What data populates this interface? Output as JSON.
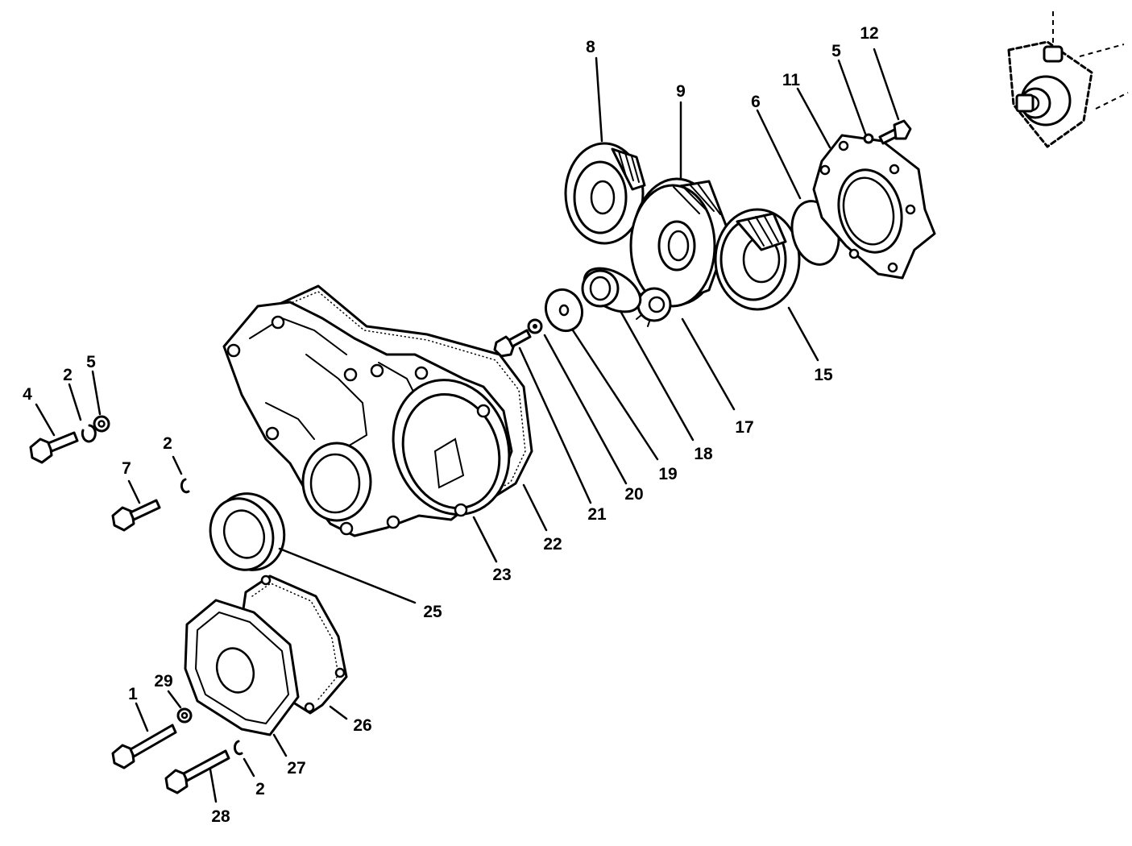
{
  "callouts": [
    {
      "id": "c1",
      "text": "1"
    },
    {
      "id": "c2a",
      "text": "2"
    },
    {
      "id": "c2b",
      "text": "2"
    },
    {
      "id": "c2c",
      "text": "2"
    },
    {
      "id": "c4",
      "text": "4"
    },
    {
      "id": "c5a",
      "text": "5"
    },
    {
      "id": "c5b",
      "text": "5"
    },
    {
      "id": "c6",
      "text": "6"
    },
    {
      "id": "c7",
      "text": "7"
    },
    {
      "id": "c8",
      "text": "8"
    },
    {
      "id": "c9",
      "text": "9"
    },
    {
      "id": "c11",
      "text": "11"
    },
    {
      "id": "c12",
      "text": "12"
    },
    {
      "id": "c15",
      "text": "15"
    },
    {
      "id": "c17",
      "text": "17"
    },
    {
      "id": "c18",
      "text": "18"
    },
    {
      "id": "c19",
      "text": "19"
    },
    {
      "id": "c20",
      "text": "20"
    },
    {
      "id": "c21",
      "text": "21"
    },
    {
      "id": "c22",
      "text": "22"
    },
    {
      "id": "c23",
      "text": "23"
    },
    {
      "id": "c25",
      "text": "25"
    },
    {
      "id": "c26",
      "text": "26"
    },
    {
      "id": "c27",
      "text": "27"
    },
    {
      "id": "c28",
      "text": "28"
    },
    {
      "id": "c29",
      "text": "29"
    }
  ]
}
